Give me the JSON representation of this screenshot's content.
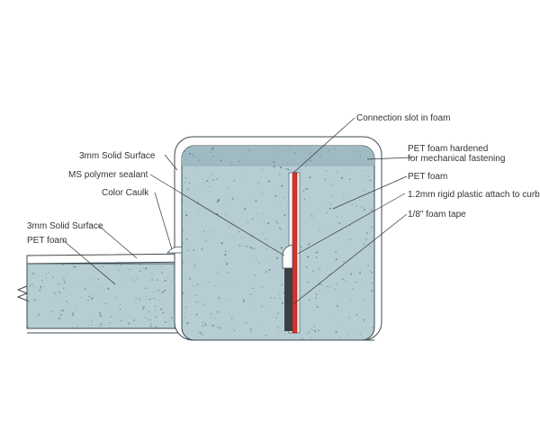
{
  "labels": {
    "connection_slot": "Connection slot in foam",
    "pet_hardened_1": "PET foam hardened",
    "pet_hardened_2": "for mechanical fastening",
    "pet_foam_right": "PET foam",
    "rigid_plastic": "1.2mm rigid plastic attach to curb",
    "foam_tape": "1/8\" foam tape",
    "solid_surface_top": "3mm Solid Surface",
    "ms_polymer": "MS polymer sealant",
    "color_caulk": "Color Caulk",
    "solid_surface_left": "3mm Solid Surface",
    "pet_foam_left": "PET foam"
  },
  "colors": {
    "foam": "#b6cdd4",
    "foam_hardened": "#9fbac2",
    "solid_surface": "#ffffff",
    "plastic_red": "#d8322a",
    "foam_tape_dark": "#3b3f44",
    "outline": "#3d4a50",
    "text": "#333333"
  }
}
